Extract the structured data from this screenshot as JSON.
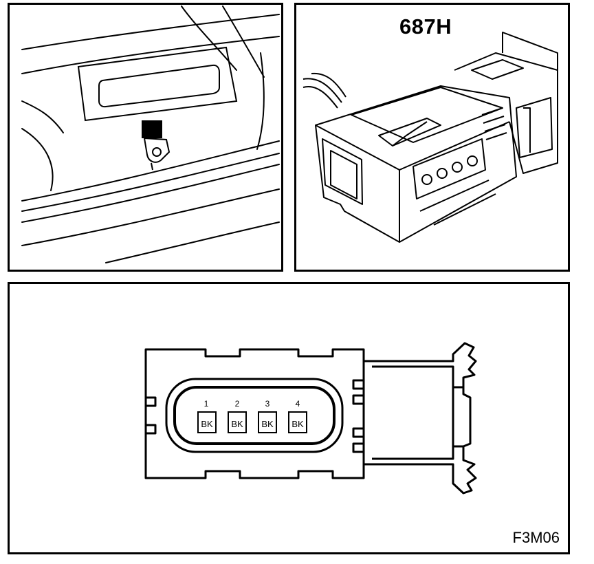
{
  "connector_id": "687H",
  "figure_ref": "F3M06",
  "pins": [
    {
      "number": "1",
      "color": "BK"
    },
    {
      "number": "2",
      "color": "BK"
    },
    {
      "number": "3",
      "color": "BK"
    },
    {
      "number": "4",
      "color": "BK"
    }
  ]
}
